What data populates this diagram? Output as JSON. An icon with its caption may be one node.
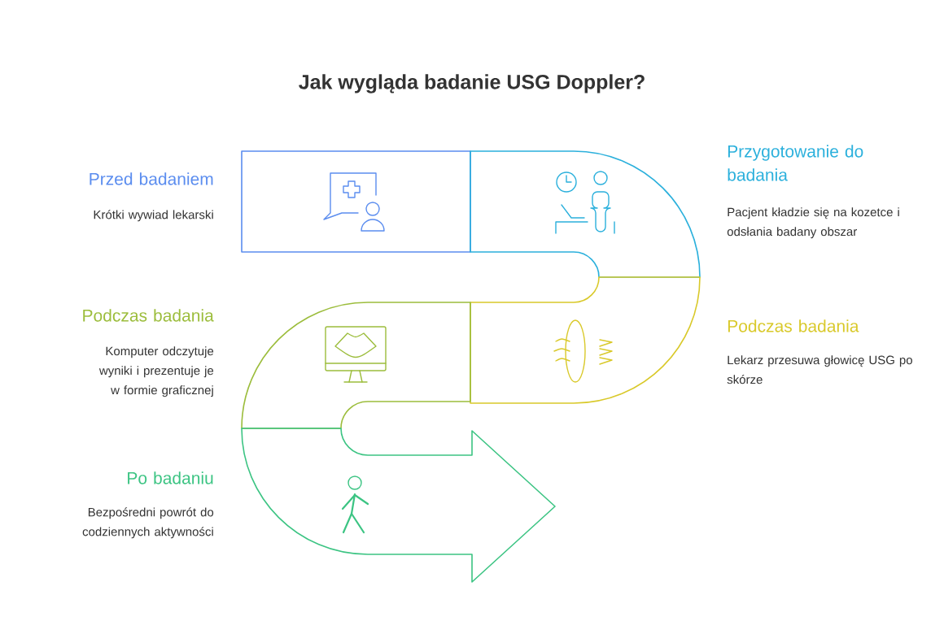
{
  "diagram": {
    "title": "Jak wygląda badanie USG Doppler?",
    "nodes": [
      {
        "text": [
          "Przed badaniem",
          "Krótki wywiad lekarski"
        ]
      },
      {
        "text": [
          "Przygotowanie do badania",
          "Pacjent kładzie się na kozetce i odsłania badany obszar"
        ]
      },
      {
        "text": [
          "Podczas badania",
          "Lekarz przesuwa głowicę USG po skórze"
        ]
      },
      {
        "text": [
          "Podczas badania",
          "Komputer odczytuje wyniki i prezentuje je w formie graficznej"
        ]
      },
      {
        "text": [
          "Po badaniu",
          "Bezpośredni powrót do codziennych aktywności"
        ]
      }
    ]
  }
}
